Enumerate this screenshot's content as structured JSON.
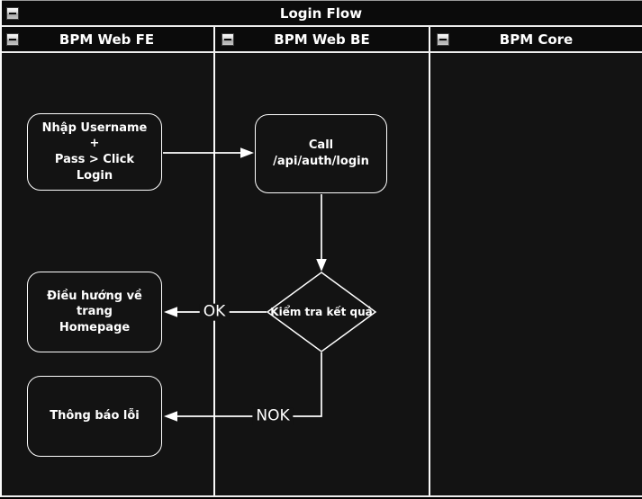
{
  "title_bar": {
    "title": "Login Flow"
  },
  "lanes": [
    {
      "label": "BPM Web FE"
    },
    {
      "label": "BPM Web BE"
    },
    {
      "label": "BPM Core"
    }
  ],
  "nodes": {
    "enter_credentials": {
      "label": "Nhập Username +\nPass > Click Login",
      "type": "process",
      "lane": "BPM Web FE"
    },
    "call_login_api": {
      "label": "Call /api/auth/login",
      "type": "process",
      "lane": "BPM Web BE"
    },
    "check_result": {
      "label": "Kiểm tra kết quả",
      "type": "decision",
      "lane": "BPM Web BE"
    },
    "redirect_homepage": {
      "label": "Điều hướng về trang\nHomepage",
      "type": "process",
      "lane": "BPM Web FE"
    },
    "error_message": {
      "label": "Thông báo lỗi",
      "type": "process",
      "lane": "BPM Web FE"
    }
  },
  "edges": {
    "credentials_to_api": {
      "from": "enter_credentials",
      "to": "call_login_api",
      "label": ""
    },
    "api_to_check": {
      "from": "call_login_api",
      "to": "check_result",
      "label": ""
    },
    "check_ok": {
      "from": "check_result",
      "to": "redirect_homepage",
      "label": "OK"
    },
    "check_nok": {
      "from": "check_result",
      "to": "error_message",
      "label": "NOK"
    }
  },
  "icons": {
    "collapse": "minus-icon"
  },
  "colors": {
    "background": "#000000",
    "bar_background": "#0b0b0b",
    "lane_background": "#131313",
    "stroke": "#ffffff",
    "text": "#ffffff"
  }
}
